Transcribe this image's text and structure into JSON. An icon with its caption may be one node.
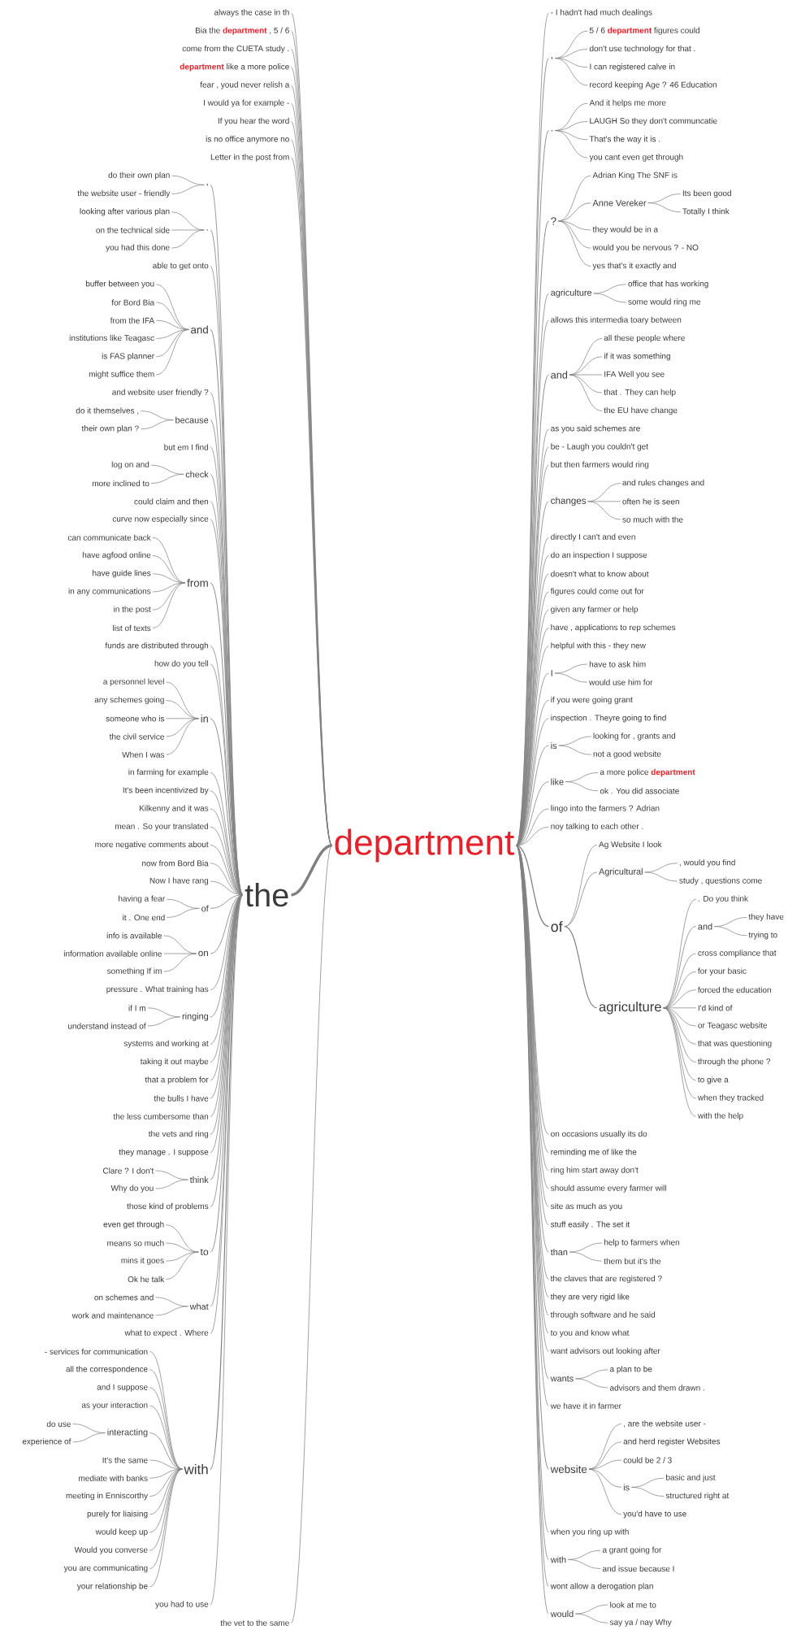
{
  "diagram": {
    "nodes": [
      {
        "text": [
          "department"
        ]
      },
      {
        "text": [
          "always the case in th"
        ]
      },
      {
        "text": [
          "Bia the **department** , 5 / 6"
        ]
      },
      {
        "text": [
          "come from the CUETA study ."
        ]
      },
      {
        "text": [
          "**department** like a more police"
        ]
      },
      {
        "text": [
          "fear , youd never relish a"
        ]
      },
      {
        "text": [
          "I would ya for example -"
        ]
      },
      {
        "text": [
          "If you hear the word"
        ]
      },
      {
        "text": [
          "is no office anymore no"
        ]
      },
      {
        "text": [
          "Letter in the post from"
        ]
      },
      {
        "text": [
          "the"
        ]
      },
      {
        "text": [
          ","
        ]
      },
      {
        "text": [
          "do their own plan"
        ]
      },
      {
        "text": [
          "the website user - friendly"
        ]
      },
      {
        "text": [
          "."
        ]
      },
      {
        "text": [
          "looking after various plan"
        ]
      },
      {
        "text": [
          "on the technical side"
        ]
      },
      {
        "text": [
          "you had this done"
        ]
      },
      {
        "text": [
          "able to get onto"
        ]
      },
      {
        "text": [
          "and"
        ]
      },
      {
        "text": [
          "buffer between you"
        ]
      },
      {
        "text": [
          "for Bord Bia"
        ]
      },
      {
        "text": [
          "from the IFA"
        ]
      },
      {
        "text": [
          "institutions like Teagasc"
        ]
      },
      {
        "text": [
          "is FAS planner"
        ]
      },
      {
        "text": [
          "might suffice them"
        ]
      },
      {
        "text": [
          "and website user friendly ?"
        ]
      },
      {
        "text": [
          "because"
        ]
      },
      {
        "text": [
          "do it themselves ,"
        ]
      },
      {
        "text": [
          "their own plan ?"
        ]
      },
      {
        "text": [
          "but em I find"
        ]
      },
      {
        "text": [
          "check"
        ]
      },
      {
        "text": [
          "log on and"
        ]
      },
      {
        "text": [
          "more inclined to"
        ]
      },
      {
        "text": [
          "could claim and then"
        ]
      },
      {
        "text": [
          "curve now especially since"
        ]
      },
      {
        "text": [
          "from"
        ]
      },
      {
        "text": [
          "can communicate back"
        ]
      },
      {
        "text": [
          "have agfood online"
        ]
      },
      {
        "text": [
          "have guide lines"
        ]
      },
      {
        "text": [
          "in any communications"
        ]
      },
      {
        "text": [
          "in the post"
        ]
      },
      {
        "text": [
          "list of texts"
        ]
      },
      {
        "text": [
          "funds are distributed through"
        ]
      },
      {
        "text": [
          "how do you tell"
        ]
      },
      {
        "text": [
          "in"
        ]
      },
      {
        "text": [
          "a personnel level"
        ]
      },
      {
        "text": [
          "any schemes going"
        ]
      },
      {
        "text": [
          "someone who is"
        ]
      },
      {
        "text": [
          "the civil service"
        ]
      },
      {
        "text": [
          "When I was"
        ]
      },
      {
        "text": [
          "in farming for example"
        ]
      },
      {
        "text": [
          "It's been incentivized by"
        ]
      },
      {
        "text": [
          "Kilkenny and it was"
        ]
      },
      {
        "text": [
          "mean . So your translated"
        ]
      },
      {
        "text": [
          "more negative comments about"
        ]
      },
      {
        "text": [
          "now from Bord Bia"
        ]
      },
      {
        "text": [
          "Now I have rang"
        ]
      },
      {
        "text": [
          "of"
        ]
      },
      {
        "text": [
          "having a fear"
        ]
      },
      {
        "text": [
          "it . One end"
        ]
      },
      {
        "text": [
          "on"
        ]
      },
      {
        "text": [
          "info is available"
        ]
      },
      {
        "text": [
          "information available online"
        ]
      },
      {
        "text": [
          "something If im"
        ]
      },
      {
        "text": [
          "pressure . What training has"
        ]
      },
      {
        "text": [
          "ringing"
        ]
      },
      {
        "text": [
          "if I m"
        ]
      },
      {
        "text": [
          "understand instead of"
        ]
      },
      {
        "text": [
          "systems and working at"
        ]
      },
      {
        "text": [
          "taking it out maybe"
        ]
      },
      {
        "text": [
          "that a problem for"
        ]
      },
      {
        "text": [
          "the bulls I have"
        ]
      },
      {
        "text": [
          "the less cumbersome than"
        ]
      },
      {
        "text": [
          "the vets and ring"
        ]
      },
      {
        "text": [
          "they manage . I suppose"
        ]
      },
      {
        "text": [
          "think"
        ]
      },
      {
        "text": [
          "Clare ? I don't"
        ]
      },
      {
        "text": [
          "Why do you"
        ]
      },
      {
        "text": [
          "those kind of problems"
        ]
      },
      {
        "text": [
          "to"
        ]
      },
      {
        "text": [
          "even get through"
        ]
      },
      {
        "text": [
          "means so much"
        ]
      },
      {
        "text": [
          "mins it goes"
        ]
      },
      {
        "text": [
          "Ok he talk"
        ]
      },
      {
        "text": [
          "what"
        ]
      },
      {
        "text": [
          "on schemes and"
        ]
      },
      {
        "text": [
          "work and maintenance"
        ]
      },
      {
        "text": [
          "what to expect . Where"
        ]
      },
      {
        "text": [
          "with"
        ]
      },
      {
        "text": [
          "- services for communication"
        ]
      },
      {
        "text": [
          "all the correspondence"
        ]
      },
      {
        "text": [
          "and I suppose"
        ]
      },
      {
        "text": [
          "as your interaction"
        ]
      },
      {
        "text": [
          "interacting"
        ]
      },
      {
        "text": [
          "do use"
        ]
      },
      {
        "text": [
          "experience of"
        ]
      },
      {
        "text": [
          "It's the same"
        ]
      },
      {
        "text": [
          "mediate with banks"
        ]
      },
      {
        "text": [
          "meeting in Enniscorthy"
        ]
      },
      {
        "text": [
          "purely for liaising"
        ]
      },
      {
        "text": [
          "would keep up"
        ]
      },
      {
        "text": [
          "Would you converse"
        ]
      },
      {
        "text": [
          "you are communicating"
        ]
      },
      {
        "text": [
          "your relationship be"
        ]
      },
      {
        "text": [
          "you had to use"
        ]
      },
      {
        "text": [
          "the vet to the same"
        ]
      },
      {
        "text": [
          "- I hadn't had much dealings"
        ]
      },
      {
        "text": [
          ","
        ]
      },
      {
        "text": [
          "5 / 6 **department** figures could"
        ]
      },
      {
        "text": [
          "don't use technology for that ."
        ]
      },
      {
        "text": [
          "I can registered calve in"
        ]
      },
      {
        "text": [
          "record keeping Age ? 46 Education"
        ]
      },
      {
        "text": [
          "."
        ]
      },
      {
        "text": [
          "And it helps me more"
        ]
      },
      {
        "text": [
          "LAUGH So they don't communcatie"
        ]
      },
      {
        "text": [
          "That's the way it is ."
        ]
      },
      {
        "text": [
          "you cant even get through"
        ]
      },
      {
        "text": [
          "?"
        ]
      },
      {
        "text": [
          "Adrian King The SNF is"
        ]
      },
      {
        "text": [
          "Anne Vereker"
        ]
      },
      {
        "text": [
          "Its been good"
        ]
      },
      {
        "text": [
          "Totally I think"
        ]
      },
      {
        "text": [
          "they would be in a"
        ]
      },
      {
        "text": [
          "would you be nervous ? - NO"
        ]
      },
      {
        "text": [
          "yes that's it exactly and"
        ]
      },
      {
        "text": [
          "agriculture"
        ]
      },
      {
        "text": [
          "office that has working"
        ]
      },
      {
        "text": [
          "some would ring me"
        ]
      },
      {
        "text": [
          "allows this intermedia toary between"
        ]
      },
      {
        "text": [
          "and"
        ]
      },
      {
        "text": [
          "all these people where"
        ]
      },
      {
        "text": [
          "if it was something"
        ]
      },
      {
        "text": [
          "IFA Well you see"
        ]
      },
      {
        "text": [
          "that . They can help"
        ]
      },
      {
        "text": [
          "the EU have change"
        ]
      },
      {
        "text": [
          "as you said schemes are"
        ]
      },
      {
        "text": [
          "be - Laugh you couldn't get"
        ]
      },
      {
        "text": [
          "but then farmers would ring"
        ]
      },
      {
        "text": [
          "changes"
        ]
      },
      {
        "text": [
          "and rules changes and"
        ]
      },
      {
        "text": [
          "often he is seen"
        ]
      },
      {
        "text": [
          "so much with the"
        ]
      },
      {
        "text": [
          "directly I can't and even"
        ]
      },
      {
        "text": [
          "do an inspection I suppose"
        ]
      },
      {
        "text": [
          "doesn't what to know about"
        ]
      },
      {
        "text": [
          "figures could come out for"
        ]
      },
      {
        "text": [
          "given any farmer or help"
        ]
      },
      {
        "text": [
          "have , applications to rep schemes"
        ]
      },
      {
        "text": [
          "helpful with this - they new"
        ]
      },
      {
        "text": [
          "I"
        ]
      },
      {
        "text": [
          "have to ask him"
        ]
      },
      {
        "text": [
          "would use him for"
        ]
      },
      {
        "text": [
          "if you were going grant"
        ]
      },
      {
        "text": [
          "inspection . Theyre going to find"
        ]
      },
      {
        "text": [
          "is"
        ]
      },
      {
        "text": [
          "looking for , grants and"
        ]
      },
      {
        "text": [
          "not a good website"
        ]
      },
      {
        "text": [
          "like"
        ]
      },
      {
        "text": [
          "a more police **department**"
        ]
      },
      {
        "text": [
          "ok . You did associate"
        ]
      },
      {
        "text": [
          "lingo into the farmers ? Adrian"
        ]
      },
      {
        "text": [
          "noy talking to each other ."
        ]
      },
      {
        "text": [
          "of"
        ]
      },
      {
        "text": [
          "Ag Website I look"
        ]
      },
      {
        "text": [
          "Agricultural"
        ]
      },
      {
        "text": [
          ", would you find"
        ]
      },
      {
        "text": [
          "study , questions come"
        ]
      },
      {
        "text": [
          "agriculture"
        ]
      },
      {
        "text": [
          ". Do you think"
        ]
      },
      {
        "text": [
          "and"
        ]
      },
      {
        "text": [
          "they have"
        ]
      },
      {
        "text": [
          "trying to"
        ]
      },
      {
        "text": [
          "cross compliance that"
        ]
      },
      {
        "text": [
          "for your basic"
        ]
      },
      {
        "text": [
          "forced the education"
        ]
      },
      {
        "text": [
          "I'd kind of"
        ]
      },
      {
        "text": [
          "or Teagasc website"
        ]
      },
      {
        "text": [
          "that was questioning"
        ]
      },
      {
        "text": [
          "through the phone ?"
        ]
      },
      {
        "text": [
          "to give a"
        ]
      },
      {
        "text": [
          "when they tracked"
        ]
      },
      {
        "text": [
          "with the help"
        ]
      },
      {
        "text": [
          "on occasions usually its do"
        ]
      },
      {
        "text": [
          "reminding me of like the"
        ]
      },
      {
        "text": [
          "ring him start away don't"
        ]
      },
      {
        "text": [
          "should assume every farmer will"
        ]
      },
      {
        "text": [
          "site as much as you"
        ]
      },
      {
        "text": [
          "stuff easily . The set it"
        ]
      },
      {
        "text": [
          "than"
        ]
      },
      {
        "text": [
          "help to farmers when"
        ]
      },
      {
        "text": [
          "them but it's the"
        ]
      },
      {
        "text": [
          "the claves that are registered ?"
        ]
      },
      {
        "text": [
          "they are very rigid like"
        ]
      },
      {
        "text": [
          "through software and he said"
        ]
      },
      {
        "text": [
          "to you and know what"
        ]
      },
      {
        "text": [
          "want advisors out looking after"
        ]
      },
      {
        "text": [
          "wants"
        ]
      },
      {
        "text": [
          "a plan to be"
        ]
      },
      {
        "text": [
          "advisors and them drawn ."
        ]
      },
      {
        "text": [
          "we have it in farmer"
        ]
      },
      {
        "text": [
          "website"
        ]
      },
      {
        "text": [
          ", are the website user -"
        ]
      },
      {
        "text": [
          "and herd register Websites"
        ]
      },
      {
        "text": [
          "could be 2 / 3"
        ]
      },
      {
        "text": [
          "is"
        ]
      },
      {
        "text": [
          "basic and just"
        ]
      },
      {
        "text": [
          "structured right at"
        ]
      },
      {
        "text": [
          "you'd have to use"
        ]
      },
      {
        "text": [
          "when you ring up with"
        ]
      },
      {
        "text": [
          "with"
        ]
      },
      {
        "text": [
          "a grant going for"
        ]
      },
      {
        "text": [
          "and issue because I"
        ]
      },
      {
        "text": [
          "wont allow a derogation plan"
        ]
      },
      {
        "text": [
          "would"
        ]
      },
      {
        "text": [
          "look at me to"
        ]
      },
      {
        "text": [
          "say ya / nay Why"
        ]
      }
    ],
    "edges": [
      {
        "from": 1,
        "to": 0,
        "arrow": "none"
      },
      {
        "from": 2,
        "to": 0,
        "arrow": "none"
      },
      {
        "from": 3,
        "to": 0,
        "arrow": "none"
      },
      {
        "from": 4,
        "to": 0,
        "arrow": "none"
      },
      {
        "from": 5,
        "to": 0,
        "arrow": "none"
      },
      {
        "from": 6,
        "to": 0,
        "arrow": "none"
      },
      {
        "from": 7,
        "to": 0,
        "arrow": "none"
      },
      {
        "from": 8,
        "to": 0,
        "arrow": "none"
      },
      {
        "from": 9,
        "to": 0,
        "arrow": "none"
      },
      {
        "from": 10,
        "to": 0,
        "arrow": "none"
      },
      {
        "from": 106,
        "to": 0,
        "arrow": "none"
      },
      {
        "from": 11,
        "to": 10,
        "arrow": "none"
      },
      {
        "from": 12,
        "to": 11,
        "arrow": "none"
      },
      {
        "from": 13,
        "to": 11,
        "arrow": "none"
      },
      {
        "from": 14,
        "to": 10,
        "arrow": "none"
      },
      {
        "from": 15,
        "to": 14,
        "arrow": "none"
      },
      {
        "from": 16,
        "to": 14,
        "arrow": "none"
      },
      {
        "from": 17,
        "to": 14,
        "arrow": "none"
      },
      {
        "from": 18,
        "to": 10,
        "arrow": "none"
      },
      {
        "from": 19,
        "to": 10,
        "arrow": "none"
      },
      {
        "from": 20,
        "to": 19,
        "arrow": "none"
      },
      {
        "from": 21,
        "to": 19,
        "arrow": "none"
      },
      {
        "from": 22,
        "to": 19,
        "arrow": "none"
      },
      {
        "from": 23,
        "to": 19,
        "arrow": "none"
      },
      {
        "from": 24,
        "to": 19,
        "arrow": "none"
      },
      {
        "from": 25,
        "to": 19,
        "arrow": "none"
      },
      {
        "from": 26,
        "to": 10,
        "arrow": "none"
      },
      {
        "from": 27,
        "to": 10,
        "arrow": "none"
      },
      {
        "from": 28,
        "to": 27,
        "arrow": "none"
      },
      {
        "from": 29,
        "to": 27,
        "arrow": "none"
      },
      {
        "from": 30,
        "to": 10,
        "arrow": "none"
      },
      {
        "from": 31,
        "to": 10,
        "arrow": "none"
      },
      {
        "from": 32,
        "to": 31,
        "arrow": "none"
      },
      {
        "from": 33,
        "to": 31,
        "arrow": "none"
      },
      {
        "from": 34,
        "to": 10,
        "arrow": "none"
      },
      {
        "from": 35,
        "to": 10,
        "arrow": "none"
      },
      {
        "from": 36,
        "to": 10,
        "arrow": "none"
      },
      {
        "from": 37,
        "to": 36,
        "arrow": "none"
      },
      {
        "from": 38,
        "to": 36,
        "arrow": "none"
      },
      {
        "from": 39,
        "to": 36,
        "arrow": "none"
      },
      {
        "from": 40,
        "to": 36,
        "arrow": "none"
      },
      {
        "from": 41,
        "to": 36,
        "arrow": "none"
      },
      {
        "from": 42,
        "to": 36,
        "arrow": "none"
      },
      {
        "from": 43,
        "to": 10,
        "arrow": "none"
      },
      {
        "from": 44,
        "to": 10,
        "arrow": "none"
      },
      {
        "from": 45,
        "to": 10,
        "arrow": "none"
      },
      {
        "from": 46,
        "to": 45,
        "arrow": "none"
      },
      {
        "from": 47,
        "to": 45,
        "arrow": "none"
      },
      {
        "from": 48,
        "to": 45,
        "arrow": "none"
      },
      {
        "from": 49,
        "to": 45,
        "arrow": "none"
      },
      {
        "from": 50,
        "to": 45,
        "arrow": "none"
      },
      {
        "from": 51,
        "to": 10,
        "arrow": "none"
      },
      {
        "from": 52,
        "to": 10,
        "arrow": "none"
      },
      {
        "from": 53,
        "to": 10,
        "arrow": "none"
      },
      {
        "from": 54,
        "to": 10,
        "arrow": "none"
      },
      {
        "from": 55,
        "to": 10,
        "arrow": "none"
      },
      {
        "from": 56,
        "to": 10,
        "arrow": "none"
      },
      {
        "from": 57,
        "to": 10,
        "arrow": "none"
      },
      {
        "from": 58,
        "to": 10,
        "arrow": "none"
      },
      {
        "from": 59,
        "to": 58,
        "arrow": "none"
      },
      {
        "from": 60,
        "to": 58,
        "arrow": "none"
      },
      {
        "from": 61,
        "to": 10,
        "arrow": "none"
      },
      {
        "from": 62,
        "to": 61,
        "arrow": "none"
      },
      {
        "from": 63,
        "to": 61,
        "arrow": "none"
      },
      {
        "from": 64,
        "to": 61,
        "arrow": "none"
      },
      {
        "from": 65,
        "to": 10,
        "arrow": "none"
      },
      {
        "from": 66,
        "to": 10,
        "arrow": "none"
      },
      {
        "from": 67,
        "to": 66,
        "arrow": "none"
      },
      {
        "from": 68,
        "to": 66,
        "arrow": "none"
      },
      {
        "from": 69,
        "to": 10,
        "arrow": "none"
      },
      {
        "from": 70,
        "to": 10,
        "arrow": "none"
      },
      {
        "from": 71,
        "to": 10,
        "arrow": "none"
      },
      {
        "from": 72,
        "to": 10,
        "arrow": "none"
      },
      {
        "from": 73,
        "to": 10,
        "arrow": "none"
      },
      {
        "from": 74,
        "to": 10,
        "arrow": "none"
      },
      {
        "from": 75,
        "to": 10,
        "arrow": "none"
      },
      {
        "from": 76,
        "to": 10,
        "arrow": "none"
      },
      {
        "from": 77,
        "to": 76,
        "arrow": "none"
      },
      {
        "from": 78,
        "to": 76,
        "arrow": "none"
      },
      {
        "from": 79,
        "to": 10,
        "arrow": "none"
      },
      {
        "from": 80,
        "to": 10,
        "arrow": "none"
      },
      {
        "from": 81,
        "to": 80,
        "arrow": "none"
      },
      {
        "from": 82,
        "to": 80,
        "arrow": "none"
      },
      {
        "from": 83,
        "to": 80,
        "arrow": "none"
      },
      {
        "from": 84,
        "to": 80,
        "arrow": "none"
      },
      {
        "from": 85,
        "to": 10,
        "arrow": "none"
      },
      {
        "from": 86,
        "to": 85,
        "arrow": "none"
      },
      {
        "from": 87,
        "to": 85,
        "arrow": "none"
      },
      {
        "from": 88,
        "to": 10,
        "arrow": "none"
      },
      {
        "from": 89,
        "to": 10,
        "arrow": "none"
      },
      {
        "from": 90,
        "to": 89,
        "arrow": "none"
      },
      {
        "from": 91,
        "to": 89,
        "arrow": "none"
      },
      {
        "from": 92,
        "to": 89,
        "arrow": "none"
      },
      {
        "from": 93,
        "to": 89,
        "arrow": "none"
      },
      {
        "from": 94,
        "to": 89,
        "arrow": "none"
      },
      {
        "from": 95,
        "to": 94,
        "arrow": "none"
      },
      {
        "from": 96,
        "to": 94,
        "arrow": "none"
      },
      {
        "from": 97,
        "to": 89,
        "arrow": "none"
      },
      {
        "from": 98,
        "to": 89,
        "arrow": "none"
      },
      {
        "from": 99,
        "to": 89,
        "arrow": "none"
      },
      {
        "from": 100,
        "to": 89,
        "arrow": "none"
      },
      {
        "from": 101,
        "to": 89,
        "arrow": "none"
      },
      {
        "from": 102,
        "to": 89,
        "arrow": "none"
      },
      {
        "from": 103,
        "to": 89,
        "arrow": "none"
      },
      {
        "from": 104,
        "to": 89,
        "arrow": "none"
      },
      {
        "from": 105,
        "to": 10,
        "arrow": "none"
      },
      {
        "from": 0,
        "to": 107,
        "arrow": "none"
      },
      {
        "from": 0,
        "to": 108,
        "arrow": "none"
      },
      {
        "from": 108,
        "to": 109,
        "arrow": "none"
      },
      {
        "from": 108,
        "to": 110,
        "arrow": "none"
      },
      {
        "from": 108,
        "to": 111,
        "arrow": "none"
      },
      {
        "from": 108,
        "to": 112,
        "arrow": "none"
      },
      {
        "from": 0,
        "to": 113,
        "arrow": "none"
      },
      {
        "from": 113,
        "to": 114,
        "arrow": "none"
      },
      {
        "from": 113,
        "to": 115,
        "arrow": "none"
      },
      {
        "from": 113,
        "to": 116,
        "arrow": "none"
      },
      {
        "from": 113,
        "to": 117,
        "arrow": "none"
      },
      {
        "from": 0,
        "to": 118,
        "arrow": "none"
      },
      {
        "from": 118,
        "to": 119,
        "arrow": "none"
      },
      {
        "from": 118,
        "to": 120,
        "arrow": "none"
      },
      {
        "from": 120,
        "to": 121,
        "arrow": "none"
      },
      {
        "from": 120,
        "to": 122,
        "arrow": "none"
      },
      {
        "from": 118,
        "to": 123,
        "arrow": "none"
      },
      {
        "from": 118,
        "to": 124,
        "arrow": "none"
      },
      {
        "from": 118,
        "to": 125,
        "arrow": "none"
      },
      {
        "from": 0,
        "to": 126,
        "arrow": "none"
      },
      {
        "from": 126,
        "to": 127,
        "arrow": "none"
      },
      {
        "from": 126,
        "to": 128,
        "arrow": "none"
      },
      {
        "from": 0,
        "to": 129,
        "arrow": "none"
      },
      {
        "from": 0,
        "to": 130,
        "arrow": "none"
      },
      {
        "from": 130,
        "to": 131,
        "arrow": "none"
      },
      {
        "from": 130,
        "to": 132,
        "arrow": "none"
      },
      {
        "from": 130,
        "to": 133,
        "arrow": "none"
      },
      {
        "from": 130,
        "to": 134,
        "arrow": "none"
      },
      {
        "from": 130,
        "to": 135,
        "arrow": "none"
      },
      {
        "from": 0,
        "to": 136,
        "arrow": "none"
      },
      {
        "from": 0,
        "to": 137,
        "arrow": "none"
      },
      {
        "from": 0,
        "to": 138,
        "arrow": "none"
      },
      {
        "from": 0,
        "to": 139,
        "arrow": "none"
      },
      {
        "from": 139,
        "to": 140,
        "arrow": "none"
      },
      {
        "from": 139,
        "to": 141,
        "arrow": "none"
      },
      {
        "from": 139,
        "to": 142,
        "arrow": "none"
      },
      {
        "from": 0,
        "to": 143,
        "arrow": "none"
      },
      {
        "from": 0,
        "to": 144,
        "arrow": "none"
      },
      {
        "from": 0,
        "to": 145,
        "arrow": "none"
      },
      {
        "from": 0,
        "to": 146,
        "arrow": "none"
      },
      {
        "from": 0,
        "to": 147,
        "arrow": "none"
      },
      {
        "from": 0,
        "to": 148,
        "arrow": "none"
      },
      {
        "from": 0,
        "to": 149,
        "arrow": "none"
      },
      {
        "from": 0,
        "to": 150,
        "arrow": "none"
      },
      {
        "from": 150,
        "to": 151,
        "arrow": "none"
      },
      {
        "from": 150,
        "to": 152,
        "arrow": "none"
      },
      {
        "from": 0,
        "to": 153,
        "arrow": "none"
      },
      {
        "from": 0,
        "to": 154,
        "arrow": "none"
      },
      {
        "from": 0,
        "to": 155,
        "arrow": "none"
      },
      {
        "from": 155,
        "to": 156,
        "arrow": "none"
      },
      {
        "from": 155,
        "to": 157,
        "arrow": "none"
      },
      {
        "from": 0,
        "to": 158,
        "arrow": "none"
      },
      {
        "from": 158,
        "to": 159,
        "arrow": "none"
      },
      {
        "from": 158,
        "to": 160,
        "arrow": "none"
      },
      {
        "from": 0,
        "to": 161,
        "arrow": "none"
      },
      {
        "from": 0,
        "to": 162,
        "arrow": "none"
      },
      {
        "from": 0,
        "to": 163,
        "arrow": "none"
      },
      {
        "from": 163,
        "to": 164,
        "arrow": "none"
      },
      {
        "from": 163,
        "to": 165,
        "arrow": "none"
      },
      {
        "from": 165,
        "to": 166,
        "arrow": "none"
      },
      {
        "from": 165,
        "to": 167,
        "arrow": "none"
      },
      {
        "from": 163,
        "to": 168,
        "arrow": "none"
      },
      {
        "from": 168,
        "to": 169,
        "arrow": "none"
      },
      {
        "from": 168,
        "to": 170,
        "arrow": "none"
      },
      {
        "from": 170,
        "to": 171,
        "arrow": "none"
      },
      {
        "from": 170,
        "to": 172,
        "arrow": "none"
      },
      {
        "from": 168,
        "to": 173,
        "arrow": "none"
      },
      {
        "from": 168,
        "to": 174,
        "arrow": "none"
      },
      {
        "from": 168,
        "to": 175,
        "arrow": "none"
      },
      {
        "from": 168,
        "to": 176,
        "arrow": "none"
      },
      {
        "from": 168,
        "to": 177,
        "arrow": "none"
      },
      {
        "from": 168,
        "to": 178,
        "arrow": "none"
      },
      {
        "from": 168,
        "to": 179,
        "arrow": "none"
      },
      {
        "from": 168,
        "to": 180,
        "arrow": "none"
      },
      {
        "from": 168,
        "to": 181,
        "arrow": "none"
      },
      {
        "from": 168,
        "to": 182,
        "arrow": "none"
      },
      {
        "from": 0,
        "to": 183,
        "arrow": "none"
      },
      {
        "from": 0,
        "to": 184,
        "arrow": "none"
      },
      {
        "from": 0,
        "to": 185,
        "arrow": "none"
      },
      {
        "from": 0,
        "to": 186,
        "arrow": "none"
      },
      {
        "from": 0,
        "to": 187,
        "arrow": "none"
      },
      {
        "from": 0,
        "to": 188,
        "arrow": "none"
      },
      {
        "from": 0,
        "to": 189,
        "arrow": "none"
      },
      {
        "from": 189,
        "to": 190,
        "arrow": "none"
      },
      {
        "from": 189,
        "to": 191,
        "arrow": "none"
      },
      {
        "from": 0,
        "to": 192,
        "arrow": "none"
      },
      {
        "from": 0,
        "to": 193,
        "arrow": "none"
      },
      {
        "from": 0,
        "to": 194,
        "arrow": "none"
      },
      {
        "from": 0,
        "to": 195,
        "arrow": "none"
      },
      {
        "from": 0,
        "to": 196,
        "arrow": "none"
      },
      {
        "from": 0,
        "to": 197,
        "arrow": "none"
      },
      {
        "from": 197,
        "to": 198,
        "arrow": "none"
      },
      {
        "from": 197,
        "to": 199,
        "arrow": "none"
      },
      {
        "from": 0,
        "to": 200,
        "arrow": "none"
      },
      {
        "from": 0,
        "to": 201,
        "arrow": "none"
      },
      {
        "from": 201,
        "to": 202,
        "arrow": "none"
      },
      {
        "from": 201,
        "to": 203,
        "arrow": "none"
      },
      {
        "from": 201,
        "to": 204,
        "arrow": "none"
      },
      {
        "from": 201,
        "to": 205,
        "arrow": "none"
      },
      {
        "from": 205,
        "to": 206,
        "arrow": "none"
      },
      {
        "from": 205,
        "to": 207,
        "arrow": "none"
      },
      {
        "from": 201,
        "to": 208,
        "arrow": "none"
      },
      {
        "from": 0,
        "to": 209,
        "arrow": "none"
      },
      {
        "from": 0,
        "to": 210,
        "arrow": "none"
      },
      {
        "from": 210,
        "to": 211,
        "arrow": "none"
      },
      {
        "from": 210,
        "to": 212,
        "arrow": "none"
      },
      {
        "from": 0,
        "to": 213,
        "arrow": "none"
      },
      {
        "from": 0,
        "to": 214,
        "arrow": "none"
      },
      {
        "from": 214,
        "to": 215,
        "arrow": "none"
      },
      {
        "from": 214,
        "to": 216,
        "arrow": "none"
      }
    ]
  }
}
